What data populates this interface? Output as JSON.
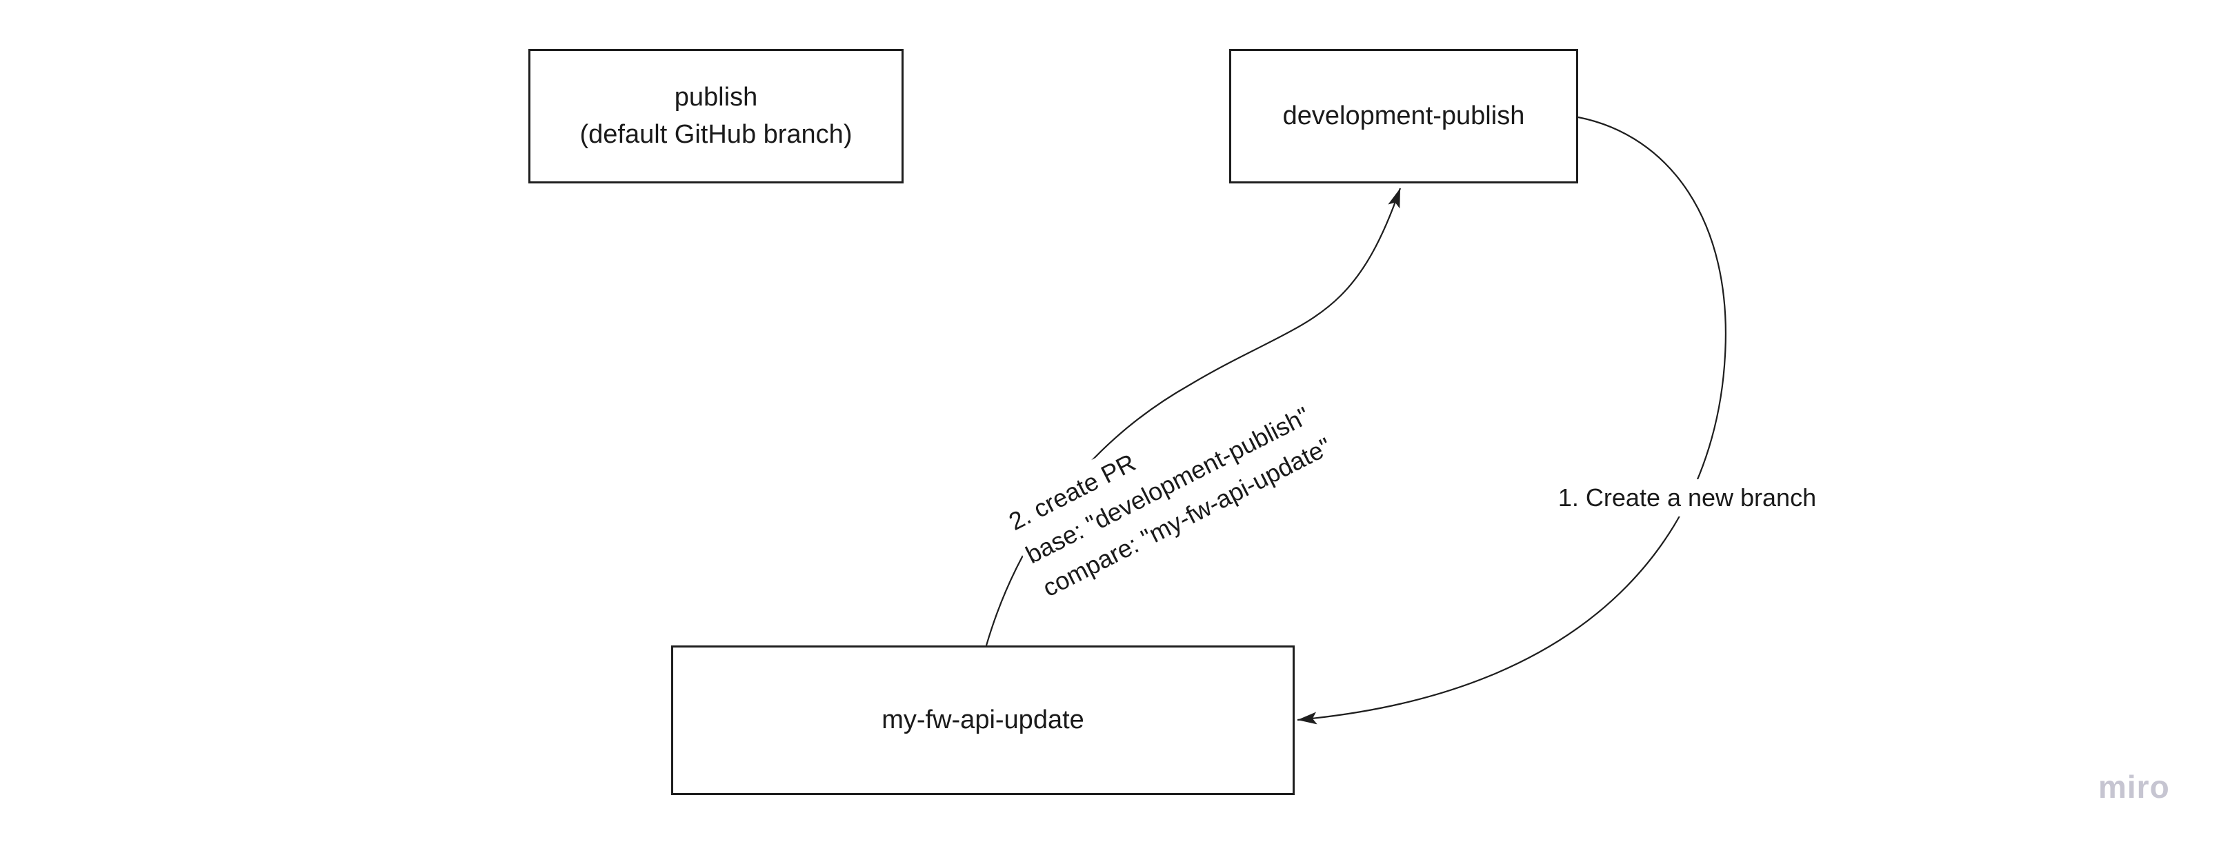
{
  "theme": {
    "background": "#ffffff",
    "shape_border": "#1e1e1e",
    "connector": "#1e1e1e",
    "text": "#1a1a1a",
    "watermark_color": "#c6c5d1"
  },
  "diagram": {
    "nodes": [
      {
        "id": "publish",
        "lines": [
          "publish",
          "(default GitHub branch)"
        ]
      },
      {
        "id": "development-publish",
        "lines": [
          "development-publish"
        ]
      },
      {
        "id": "my-fw-api-update",
        "lines": [
          "my-fw-api-update"
        ]
      }
    ],
    "connectors": [
      {
        "id": "create-branch",
        "label": "1. Create a new branch"
      },
      {
        "id": "create-pr",
        "label_lines": [
          "2. create PR",
          "base: \"development-publish\"",
          "compare: \"my-fw-api-update\""
        ]
      }
    ]
  },
  "app": {
    "watermark": "miro"
  }
}
